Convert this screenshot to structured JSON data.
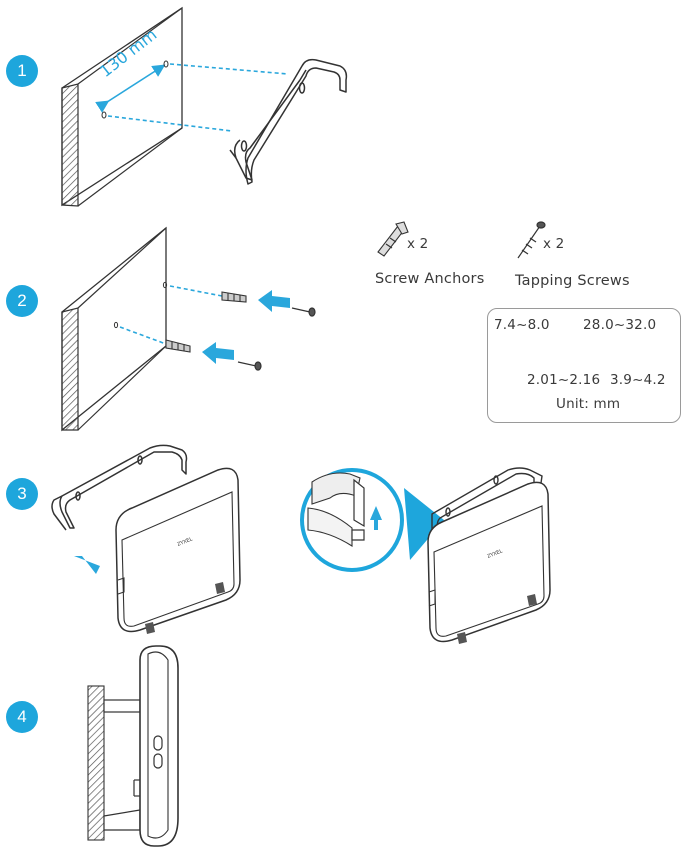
{
  "steps": [
    {
      "number": "1"
    },
    {
      "number": "2"
    },
    {
      "number": "3"
    },
    {
      "number": "4"
    }
  ],
  "step1": {
    "distance_label": "130 mm"
  },
  "parts": {
    "anchors": {
      "quantity": "x 2",
      "label": "Screw Anchors"
    },
    "screws": {
      "quantity": "x 2",
      "label": "Tapping Screws"
    }
  },
  "screw_spec": {
    "head_diameter": "7.4~8.0",
    "length": "28.0~32.0",
    "shank_diameter": "2.01~2.16",
    "thread_diameter": "3.9~4.2",
    "unit": "Unit: mm"
  },
  "device": {
    "brand": "ZYXEL"
  },
  "colors": {
    "accent": "#1ea6dc",
    "line": "#333333",
    "hatch": "#555555"
  }
}
